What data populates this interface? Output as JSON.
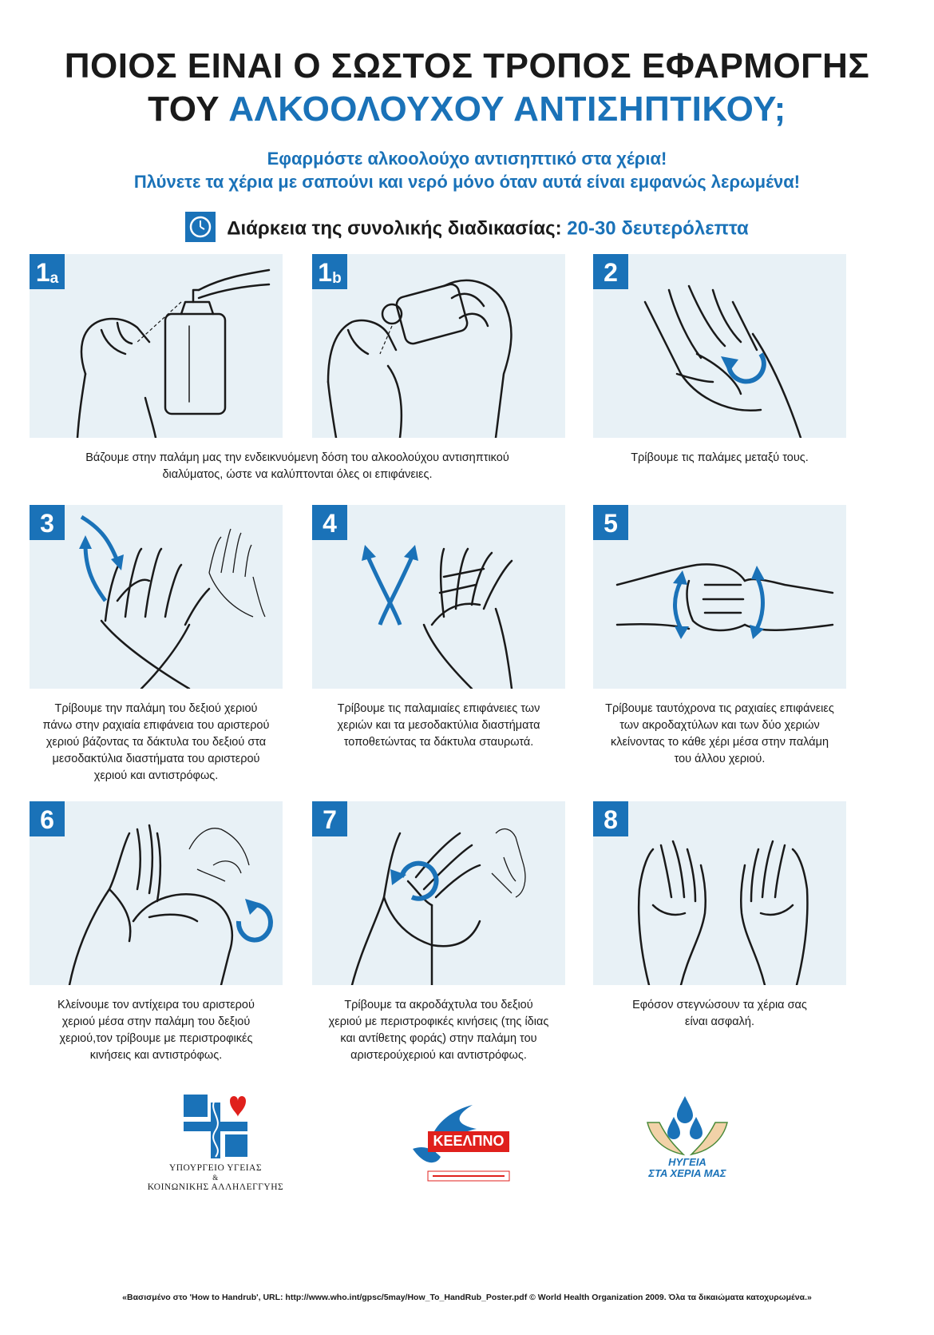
{
  "header": {
    "line1": "ΠΟΙΟΣ ΕΙΝΑΙ Ο ΣΩΣΤΟΣ ΤΡΟΠΟΣ ΕΦΑΡΜΟΓΗΣ",
    "line2_prefix": "ΤΟΥ ",
    "line2_blue": "ΑΛΚΟΟΛΟΥΧΟΥ ΑΝΤΙΣΗΠΤΙΚΟΥ;",
    "sub1": "Εφαρμόστε αλκοολούχο αντισηπτικό στα χέρια!",
    "sub2": "Πλύνετε τα χέρια με σαπούνι και νερό μόνο όταν αυτά είναι εμφανώς λερωμένα!",
    "duration_label": "Διάρκεια της συνολικής διαδικασίας: ",
    "duration_value": "20-30 δευτερόλεπτα"
  },
  "steps": {
    "s1a": {
      "num": "1",
      "letter": "a"
    },
    "s1b": {
      "num": "1",
      "letter": "b"
    },
    "s2": {
      "num": "2"
    },
    "s3": {
      "num": "3"
    },
    "s4": {
      "num": "4"
    },
    "s5": {
      "num": "5"
    },
    "s6": {
      "num": "6"
    },
    "s7": {
      "num": "7"
    },
    "s8": {
      "num": "8"
    }
  },
  "captions": {
    "c1": [
      "Βάζουμε στην παλάμη μας την ενδεικνυόμενη  δόση  του αλκοολούχου αντισηπτικού",
      "διαλύματος, ώστε να καλύπτονται όλες οι επιφάνειες."
    ],
    "c2": [
      "Τρίβουμε τις παλάμες μεταξύ τους."
    ],
    "c3": [
      "Τρίβουμε την παλάμη του δεξιού χεριού",
      "πάνω στην ραχιαία επιφάνεια του αριστερού",
      "χεριού βάζοντας τα δάκτυλα του δεξιού στα",
      "μεσοδακτύλια διαστήματα του αριστερού",
      "χεριού και αντιστρόφως."
    ],
    "c4": [
      "Τρίβουμε τις παλαμιαίες επιφάνειες των",
      "χεριών και τα μεσοδακτύλια διαστήματα",
      "τοποθετώντας τα δάκτυλα σταυρωτά."
    ],
    "c5": [
      "Τρίβουμε ταυτόχρονα τις ραχιαίες επιφάνειες",
      "των ακροδαχτύλων και των δύο χεριών",
      "κλείνοντας το κάθε χέρι μέσα στην παλάμη",
      "του άλλου χεριού."
    ],
    "c6": [
      "Κλείνουμε τον αντίχειρα του αριστερού",
      "χεριού μέσα στην παλάμη του δεξιού",
      "χεριού,τον τρίβουμε με περιστροφικές",
      "κινήσεις και αντιστρόφως."
    ],
    "c7": [
      "Τρίβουμε τα ακροδάχτυλα του δεξιού",
      "χεριού με περιστροφικές κινήσεις (της ίδιας",
      "και αντίθετης φοράς) στην παλάμη του",
      "αριστερούχεριού και αντιστρόφως."
    ],
    "c8": [
      "Εφόσον στεγνώσουν τα χέρια σας",
      "είναι ασφαλή."
    ]
  },
  "logos": {
    "ministry_line1": "ΥΠΟΥΡΓΕΙΟ ΥΓΕΙΑΣ",
    "ministry_amp": "&",
    "ministry_line2": "ΚΟΙΝΩΝΙΚΗΣ ΑΛΛΗΛΕΓΓΥΗΣ",
    "keelpno": "ΚΕΕΛΠΝΟ",
    "hygeia_line1": "ΗΥΓΕΙΑ",
    "hygeia_line2": "ΣΤΑ ΧΕΡΙΑ ΜΑΣ"
  },
  "footer": "«Βασισμένο στο 'How to Handrub', URL: http://www.who.int/gpsc/5may/How_To_HandRub_Poster.pdf © World Health Organization 2009. Όλα τα δικαιώματα κατοχυρωμένα.»",
  "colors": {
    "accent": "#1a72b8",
    "panel": "#e8f1f6",
    "keelpno_red": "#e0201c",
    "heart_red": "#e0201c"
  }
}
